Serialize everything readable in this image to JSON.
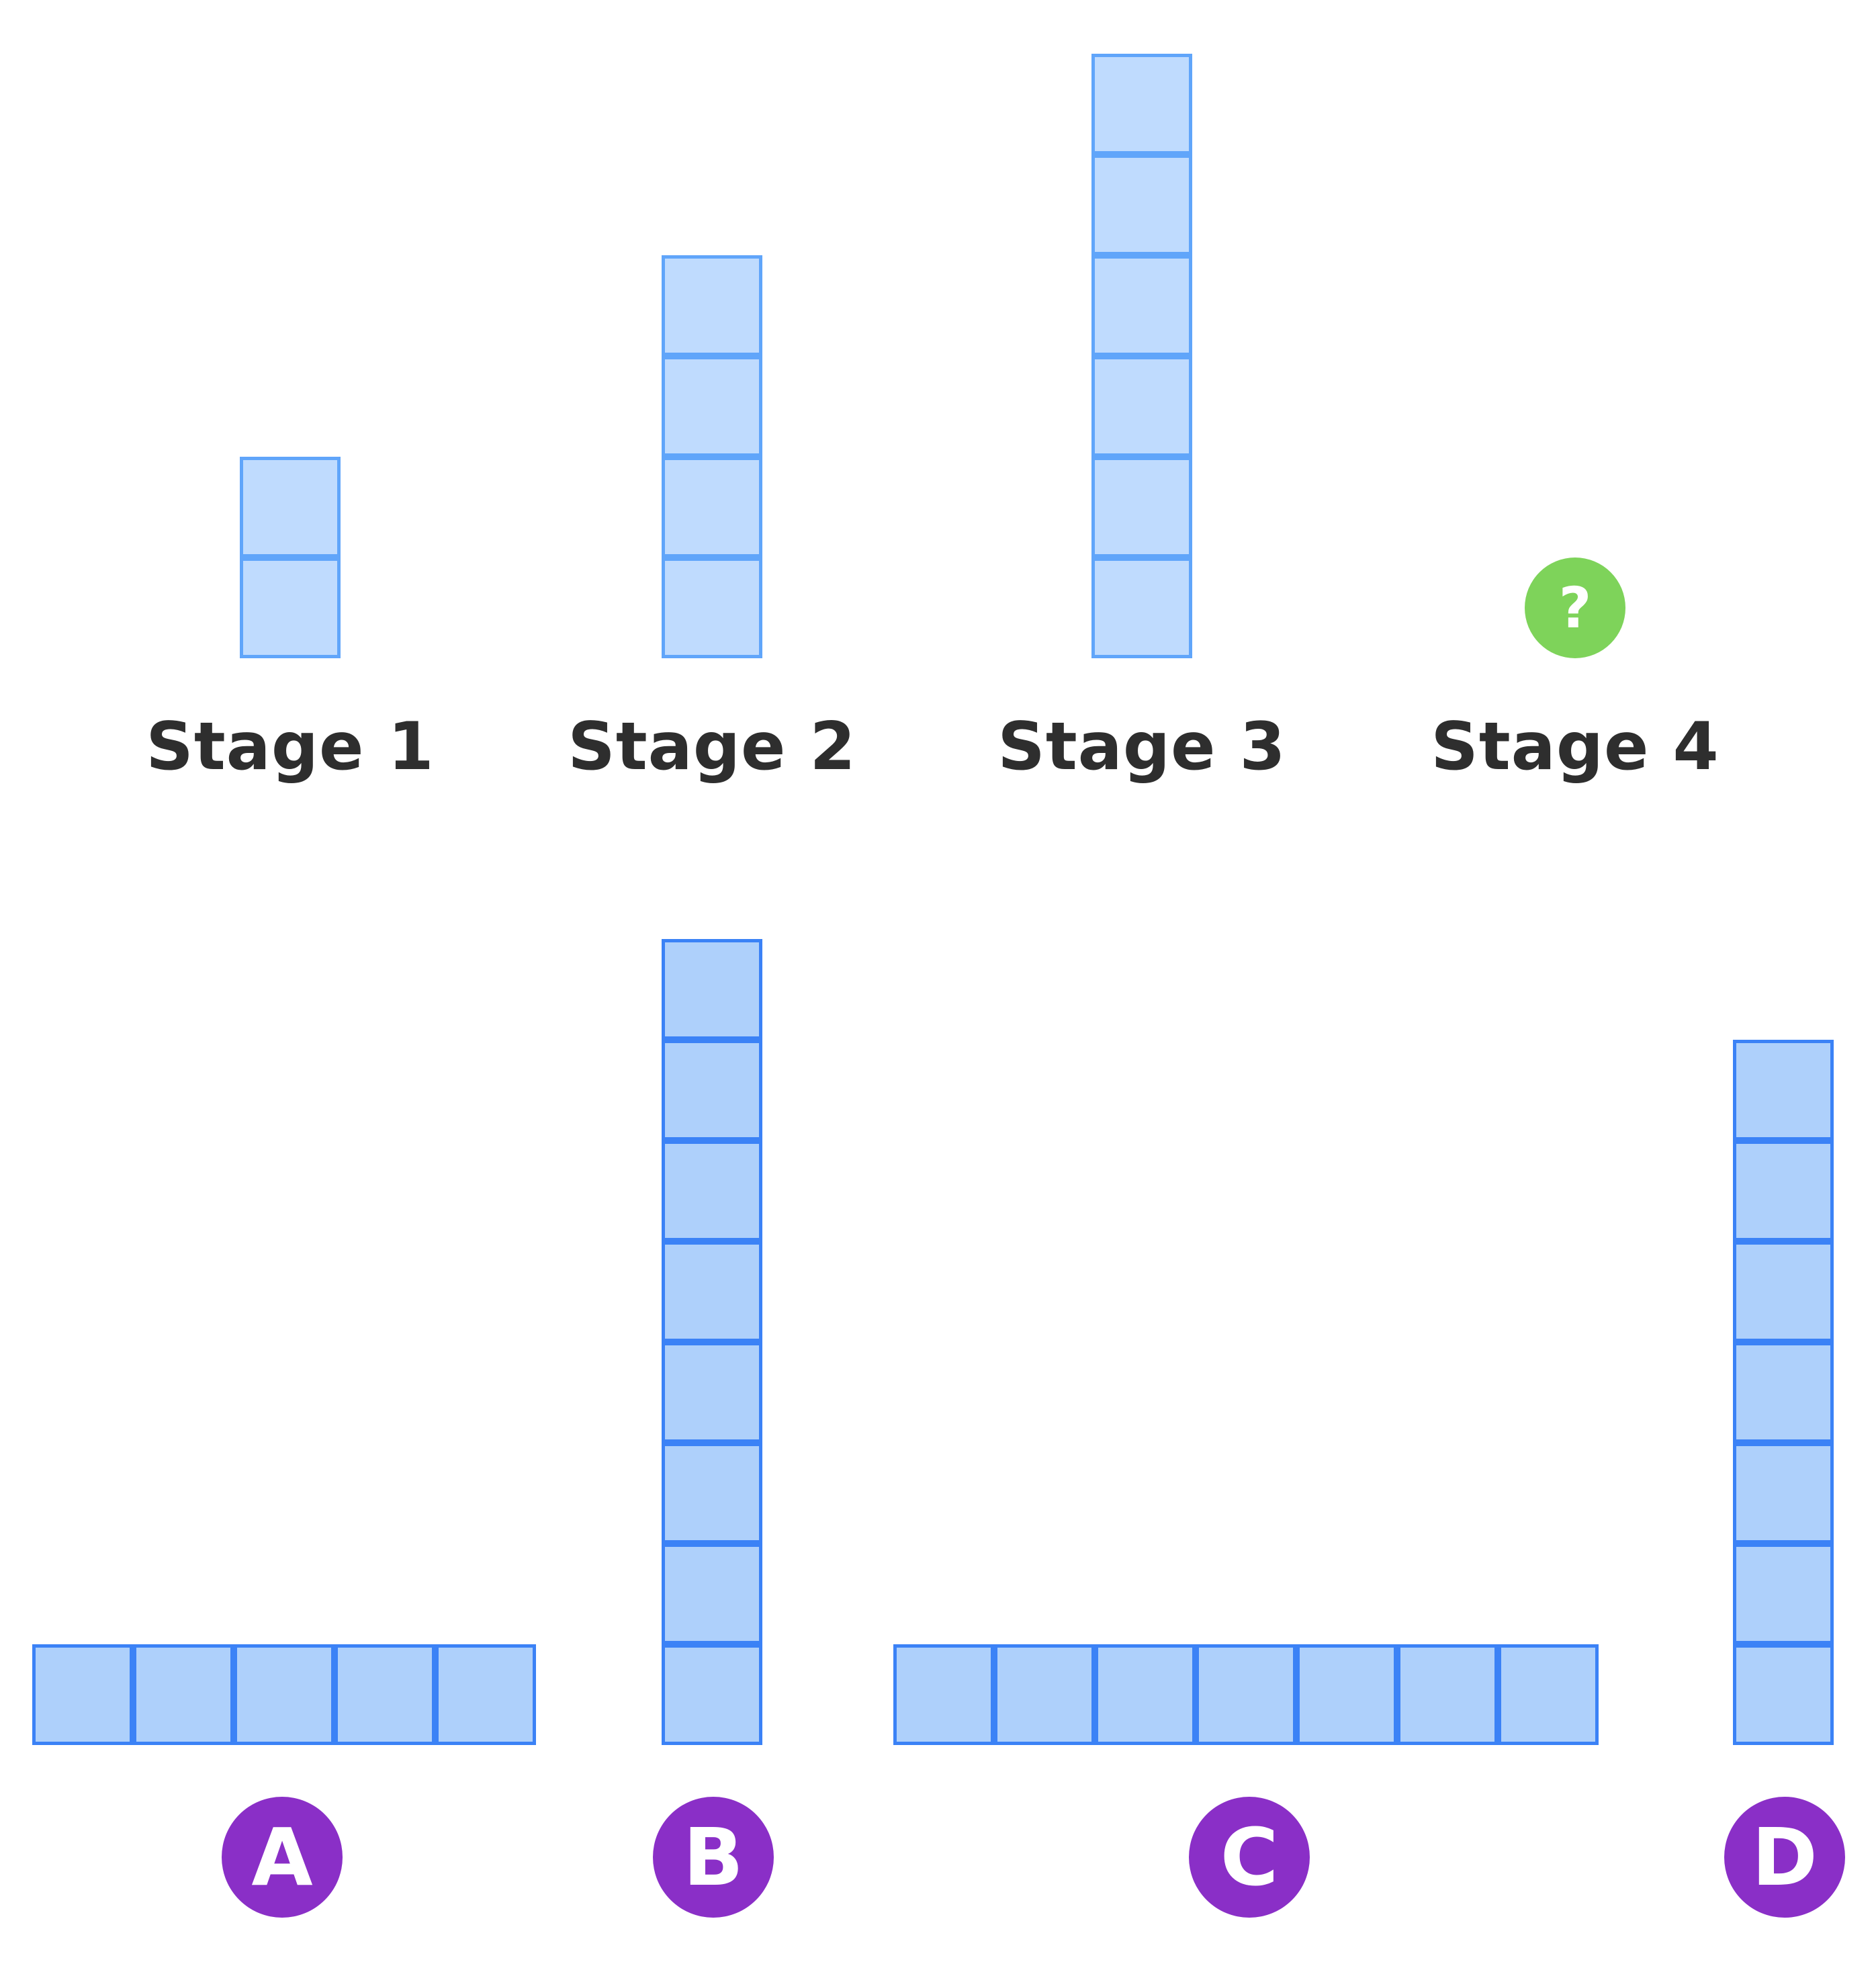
{
  "colors": {
    "stage_fill": "#bfdbfe",
    "stage_border": "#60a5fa",
    "option_fill": "#aed0fb",
    "option_border": "#3b82f6",
    "label_text": "#2e2e2e",
    "question_circle": "#7ed35a",
    "option_circle": "#8a2fc7",
    "circle_text": "#ffffff"
  },
  "stages": [
    {
      "label": "Stage 1",
      "squares": 2
    },
    {
      "label": "Stage 2",
      "squares": 4
    },
    {
      "label": "Stage 3",
      "squares": 6
    },
    {
      "label": "Stage 4",
      "squares": null,
      "placeholder": "?"
    }
  ],
  "options": [
    {
      "letter": "A",
      "squares": 5,
      "orientation": "horizontal"
    },
    {
      "letter": "B",
      "squares": 8,
      "orientation": "vertical"
    },
    {
      "letter": "C",
      "squares": 7,
      "orientation": "horizontal"
    },
    {
      "letter": "D",
      "squares": 7,
      "orientation": "vertical"
    }
  ]
}
